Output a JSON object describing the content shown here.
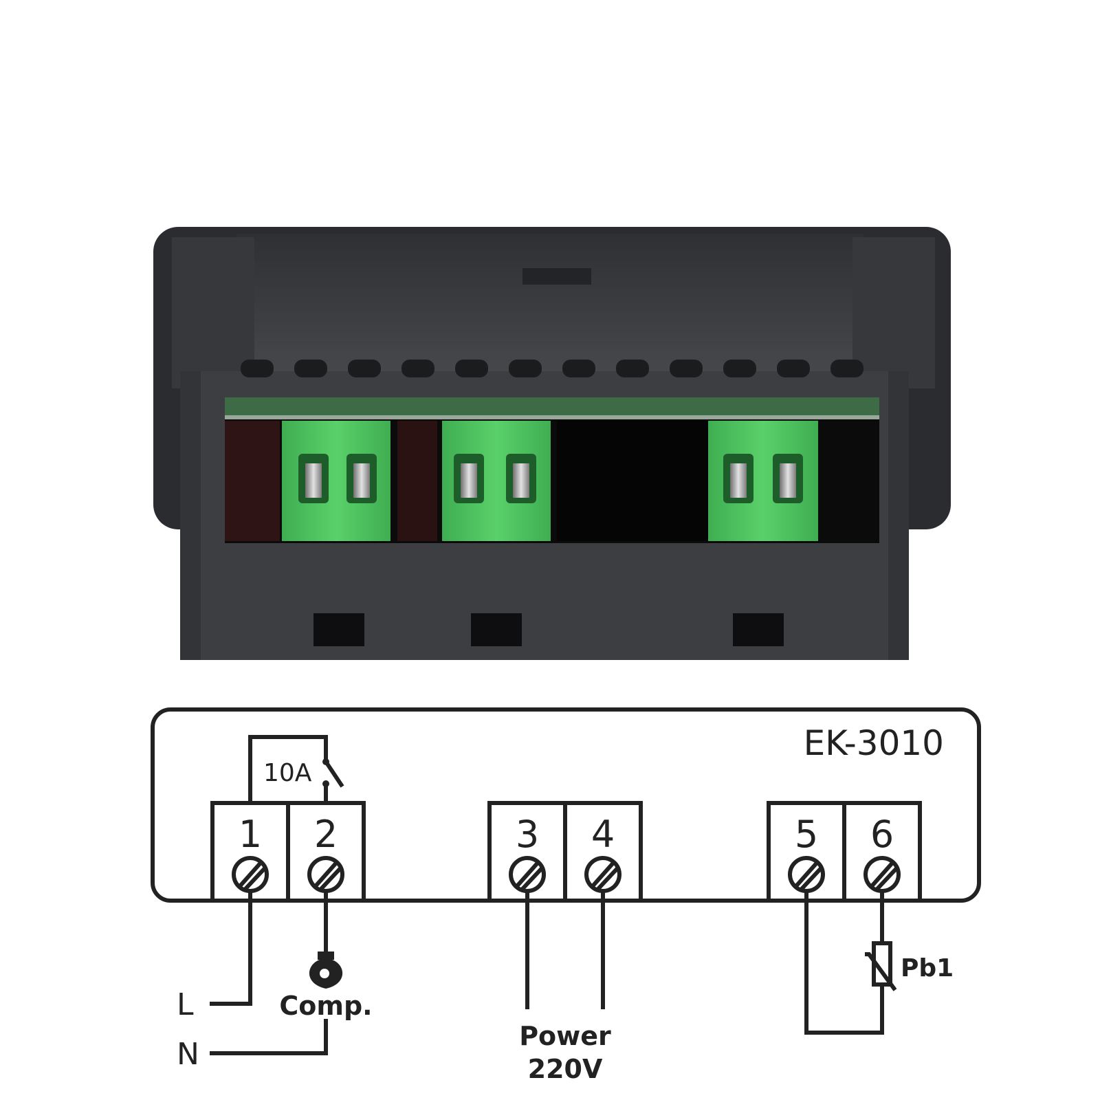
{
  "model": "EK-3010",
  "relay_rating": "10A",
  "terminals": [
    "1",
    "2",
    "3",
    "4",
    "5",
    "6"
  ],
  "wires": {
    "line": "L",
    "neutral": "N",
    "compressor": "Comp.",
    "power_line1": "Power",
    "power_line2": "220V",
    "probe": "Pb1"
  },
  "colors": {
    "housing": "#3b3c3f",
    "housing_dark": "#2a2b2e",
    "terminal_green": "#4cc25e",
    "pcb_green": "#3d6b46",
    "diagram_line": "#222222"
  },
  "icons": {
    "terminal_screw": "screw-icon",
    "relay_switch": "relay-switch-icon",
    "compressor": "compressor-icon",
    "thermistor": "thermistor-icon"
  }
}
